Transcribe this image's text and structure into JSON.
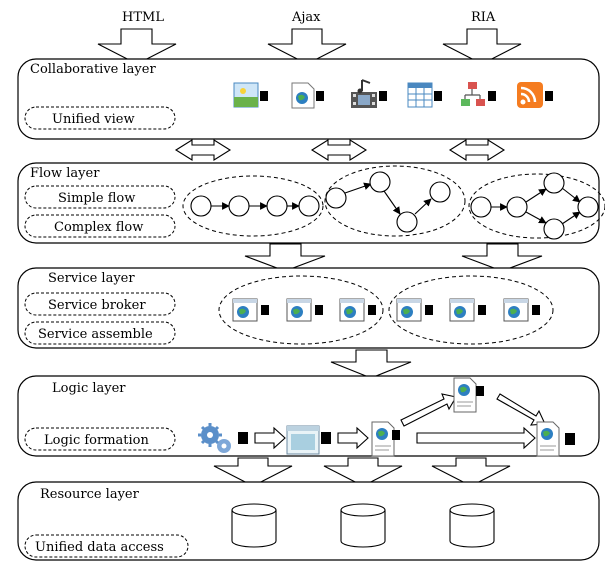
{
  "inputs": [
    "HTML",
    "Ajax",
    "RIA"
  ],
  "layers": {
    "collaborative": {
      "title": "Collaborative layer",
      "items": [
        "Unified view"
      ]
    },
    "flow": {
      "title": "Flow layer",
      "items": [
        "Simple flow",
        "Complex flow"
      ]
    },
    "service": {
      "title": "Service layer",
      "items": [
        "Service broker",
        "Service assemble"
      ]
    },
    "logic": {
      "title": "Logic layer",
      "items": [
        "Logic formation"
      ]
    },
    "resource": {
      "title": "Resource layer",
      "items": [
        "Unified data access"
      ]
    }
  },
  "icons": {
    "collaborative": [
      "image-icon",
      "globe-page-icon",
      "media-icon",
      "table-icon",
      "flowchart-icon",
      "rss-icon"
    ],
    "service": [
      "web-service-icon",
      "web-service-icon",
      "web-service-icon",
      "web-service-icon",
      "web-service-icon",
      "web-service-icon"
    ],
    "logic": [
      "gears-icon",
      "window-icon",
      "globe-document-icon",
      "globe-document-icon",
      "globe-document-icon"
    ]
  },
  "colors": {
    "rss": "#f57c20",
    "globe": "#2d7fc1",
    "gear": "#5b8fc9"
  }
}
